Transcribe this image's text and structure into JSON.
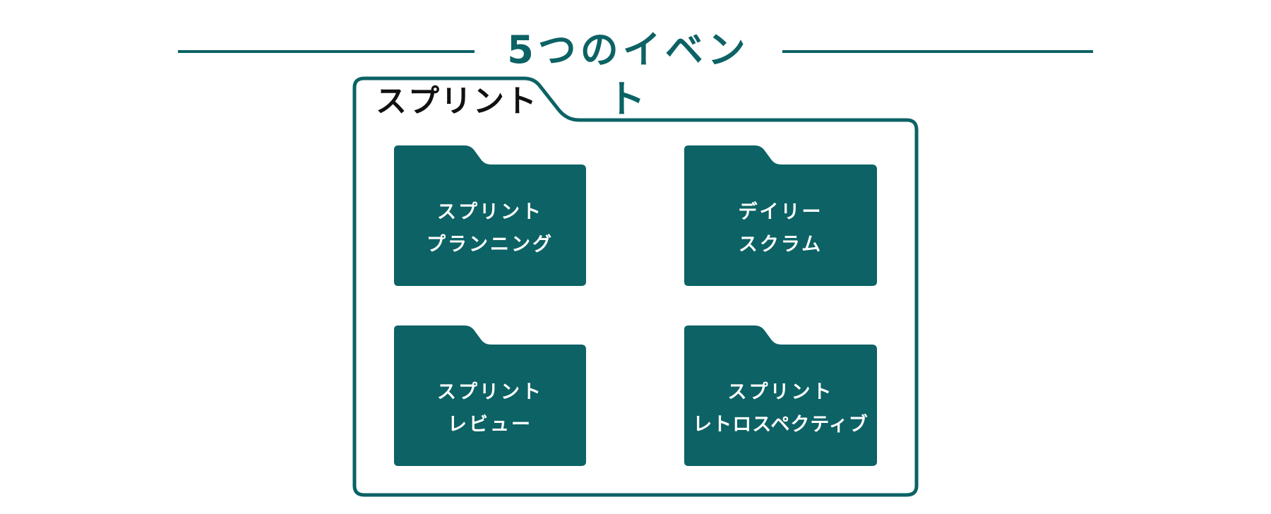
{
  "header": {
    "title": "5つのイベント"
  },
  "colors": {
    "accent": "#0c6264",
    "text_dark": "#111111",
    "text_light": "#ffffff",
    "background": "#ffffff"
  },
  "container": {
    "label": "スプリント",
    "icon": "folder-outline-icon"
  },
  "events": [
    {
      "line1": "スプリント",
      "line2": "プランニング",
      "icon": "folder-icon"
    },
    {
      "line1": "デイリー",
      "line2": "スクラム",
      "icon": "folder-icon"
    },
    {
      "line1": "スプリント",
      "line2": "レビュー",
      "icon": "folder-icon"
    },
    {
      "line1": "スプリント",
      "line2": "レトロスペクティブ",
      "icon": "folder-icon"
    }
  ]
}
